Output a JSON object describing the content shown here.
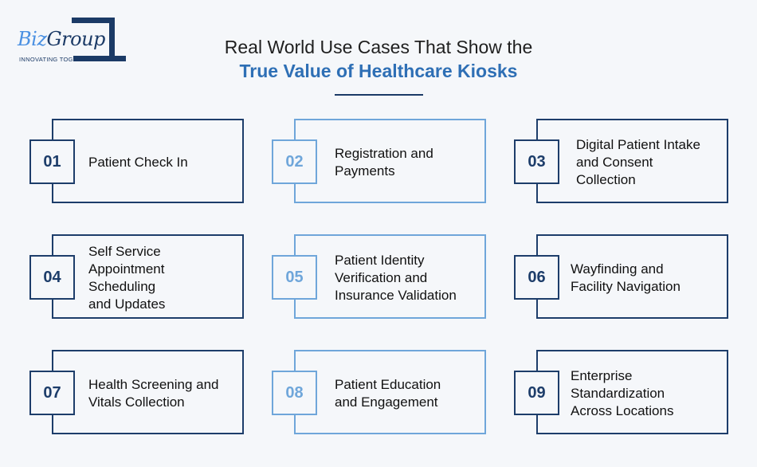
{
  "logo": {
    "name_part1": "Biz",
    "name_part2": "Group",
    "tagline": "INNOVATING TOGETHER",
    "colors": {
      "dark": "#1b3a66",
      "accent": "#4a90e2"
    }
  },
  "title": {
    "line1": "Real World Use Cases That Show the",
    "line2": "True Value of Healthcare Kiosks"
  },
  "colors": {
    "dark_navy": "#1d3d6a",
    "light_blue": "#6fa6da",
    "title_blue": "#2e6fb5",
    "background": "#f5f7fa"
  },
  "use_cases": [
    {
      "number": "01",
      "label": "Patient Check In"
    },
    {
      "number": "02",
      "label": "Registration and\nPayments"
    },
    {
      "number": "03",
      "label": "Digital Patient Intake\nand Consent\nCollection"
    },
    {
      "number": "04",
      "label": "Self Service\nAppointment\nScheduling\nand Updates"
    },
    {
      "number": "05",
      "label": "Patient Identity\nVerification and\nInsurance Validation"
    },
    {
      "number": "06",
      "label": "Wayfinding and\nFacility Navigation"
    },
    {
      "number": "07",
      "label": "Health Screening and\nVitals Collection"
    },
    {
      "number": "08",
      "label": "Patient Education\nand Engagement"
    },
    {
      "number": "09",
      "label": "Enterprise\nStandardization\nAcross Locations"
    }
  ]
}
